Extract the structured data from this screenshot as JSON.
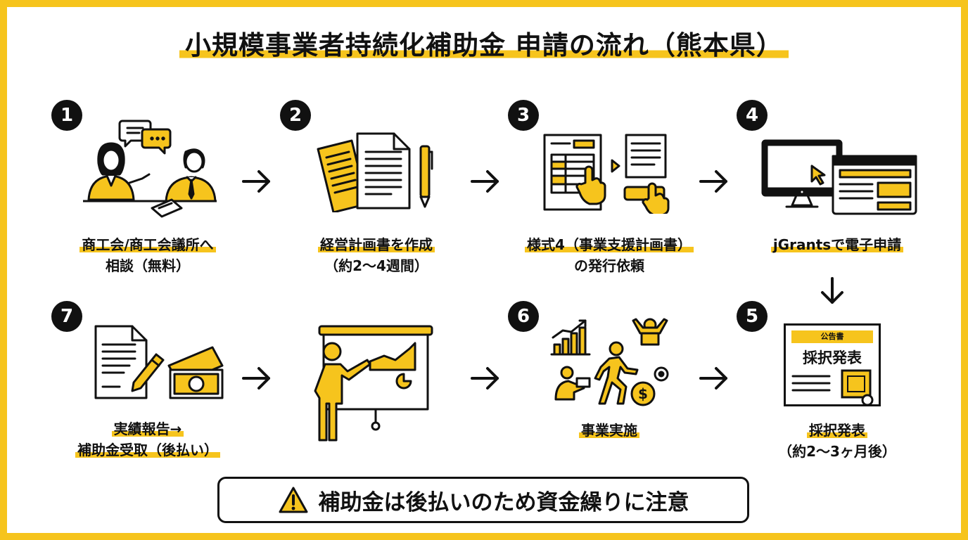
{
  "title": "小規模事業者持続化補助金 申請の流れ（熊本県）",
  "colors": {
    "accent": "#f6c41d",
    "ink": "#111111",
    "paper": "#ffffff"
  },
  "steps": [
    {
      "badge": "1",
      "icon": "consultation-icon",
      "line1": "商工会/商工会議所へ",
      "line2": "相談（無料）"
    },
    {
      "badge": "2",
      "icon": "business-plan-icon",
      "line1": "経営計画書を作成",
      "line2": "（約2〜4週間）"
    },
    {
      "badge": "3",
      "icon": "form-issuance-icon",
      "line1": "様式4（事業支援計画書）",
      "line2": "の発行依頼"
    },
    {
      "badge": "4",
      "icon": "computer-application-icon",
      "line1": "jGrantsで電子申請",
      "line2": ""
    },
    {
      "badge": "5",
      "icon": "announcement-certificate-icon",
      "line1": "採択発表",
      "line2": "（約2〜3ヶ月後）"
    },
    {
      "badge": "6",
      "icon": "business-execution-icon",
      "line1": "事業実施",
      "line2": ""
    },
    {
      "badge": "",
      "icon": "presentation-board-icon",
      "line1": "",
      "line2": ""
    },
    {
      "badge": "7",
      "icon": "report-and-payment-icon",
      "line1": "実績報告→",
      "line2": "補助金受取（後払い）"
    }
  ],
  "certificate": {
    "header": "公告書",
    "title": "採択発表"
  },
  "warning": {
    "text": "補助金は後払いのため資金繰りに注意",
    "icon": "warning-triangle-icon"
  }
}
